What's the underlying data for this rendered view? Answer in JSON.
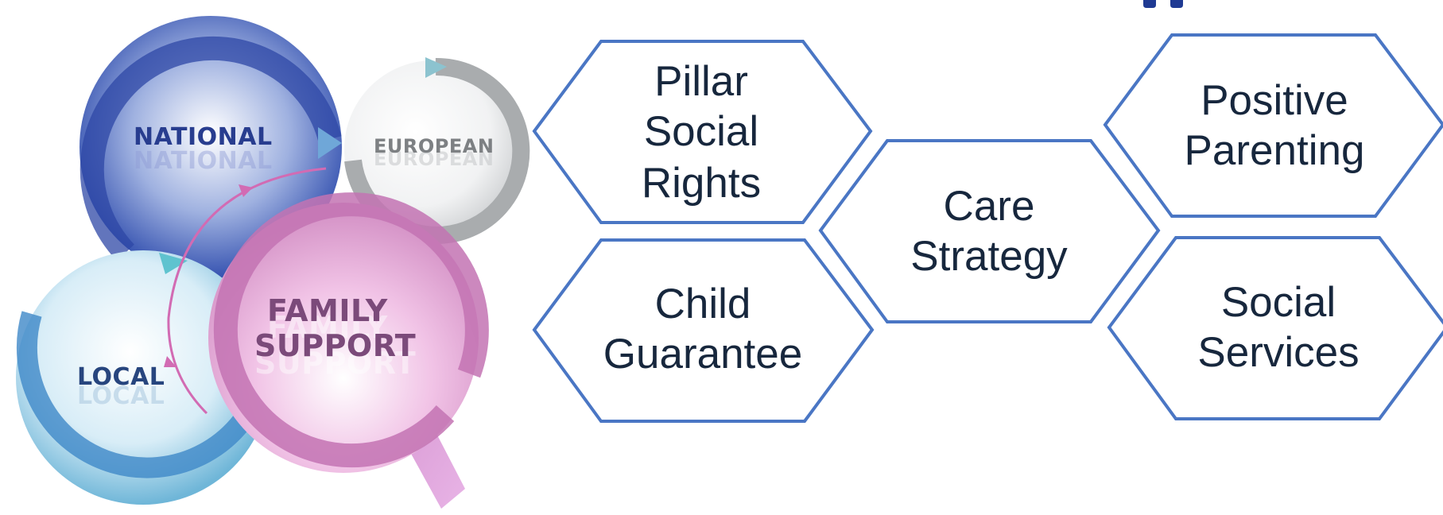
{
  "circles": {
    "national": "NATIONAL",
    "european": "EUROPEAN",
    "local": "LOCAL",
    "family_support": [
      "FAMILY",
      "SUPPORT"
    ]
  },
  "hexagons": {
    "pillar": [
      "Pillar",
      "Social",
      "Rights"
    ],
    "child_guarantee": [
      "Child",
      "Guarantee"
    ],
    "care_strategy": [
      "Care",
      "Strategy"
    ],
    "positive_parenting": [
      "Positive",
      "Parenting"
    ],
    "social_services": [
      "Social",
      "Services"
    ]
  },
  "colors": {
    "hex_stroke": "#4a76c4",
    "hex_text": "#17273d",
    "national_blue": "#3b5cb8",
    "family_pink": "#c878b6",
    "european_grey": "#a9acae",
    "local_cyan": "#5fb4d6",
    "partial_heading": "#1f3a93"
  }
}
